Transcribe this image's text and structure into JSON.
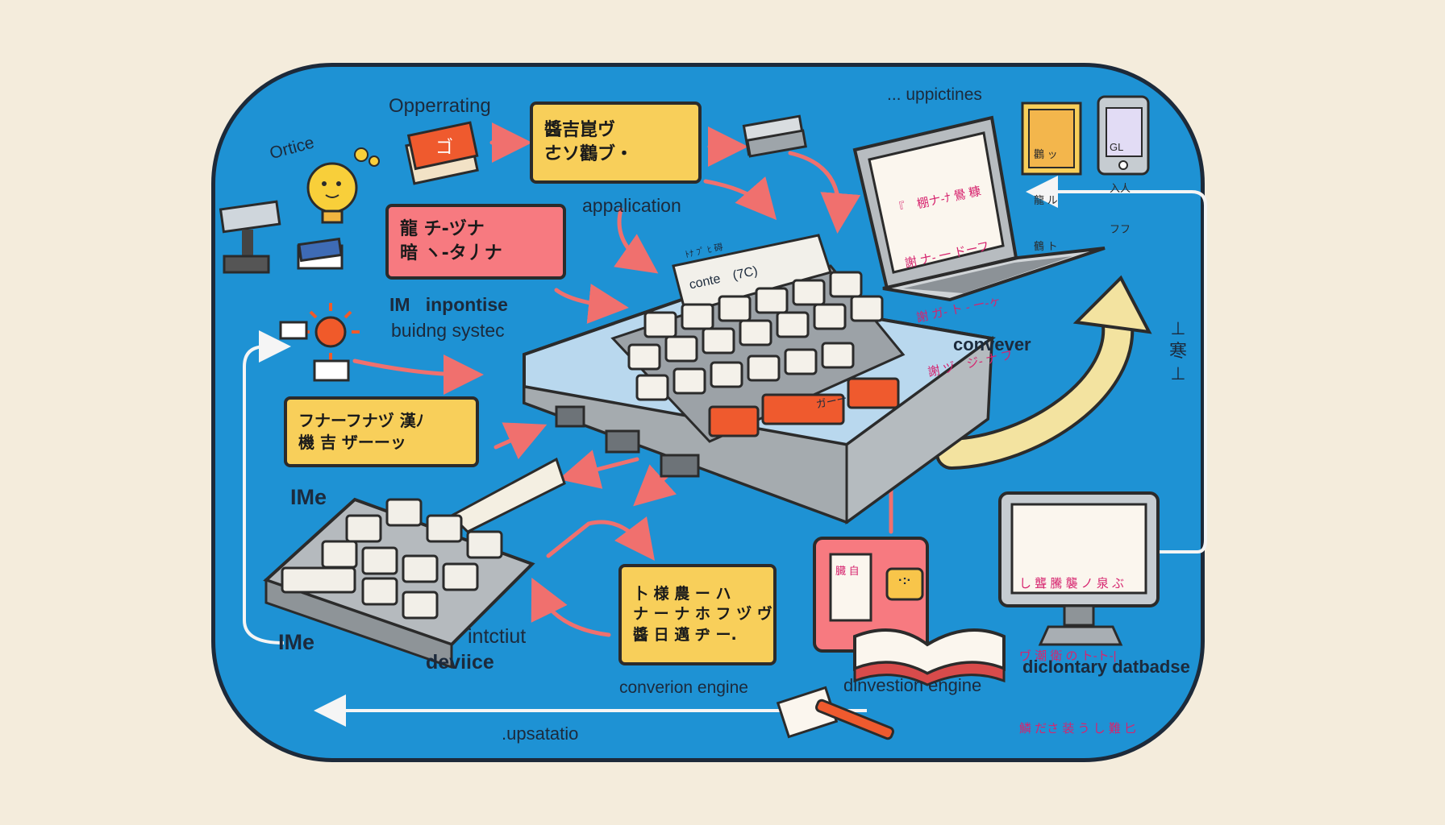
{
  "labels": {
    "operating": "Opperrating",
    "ortice": "Ortice",
    "application": "appalication",
    "uppictines": "... uppictines",
    "im_inpontise": "IM   inpontise",
    "buidng_system": "buidng systec",
    "conveyer": "convever",
    "side_mark": "⊥\n寒\n⊥",
    "ime_upper": "IMe",
    "ime_lower": "IMe",
    "input_device_1": "intctiut",
    "input_device_2": "deviice",
    "conversion_engine": "converion engine",
    "dinvestion_engine": "dinvestion engine",
    "dictionary_database": "dicIontary datbadse",
    "upsatatio": ".upsatatio"
  },
  "boxes": {
    "top_yellow": [
      "醬吉崑ヴ",
      "ㄜソ鸛ブ・"
    ],
    "left_pink": [
      "龍 チ-ヅナ",
      "暗 ヽ-タ丿ナ"
    ],
    "left_yellow": [
      "フナーフナヅ 漢ﾉ",
      "機 吉 ザーーッ"
    ],
    "bottom_yellow": [
      "卜 様 農 ー ハ",
      "ナ ー ナ ホ フ ヅ ヴ",
      "醬 日 邁 ヂ ー."
    ]
  },
  "screens": {
    "laptop_lines": [
      "『　棚ナ-ﾅ 鷽 糠",
      "謝 ナ- 一 ドーフ",
      "謝 ガ- ト - ー-ヶ",
      "謝 ヅ　ジ- ナ ブ"
    ],
    "monitor_lines": [
      "し 聾 騰 襲 ノ 泉 ぶ",
      "ヷ 潮 衛 の ト-ト-|",
      "鱗 ださ 装 う し 難 匕"
    ],
    "phone_text": [
      "GL",
      "入人",
      "フフ"
    ],
    "book_text": [
      "鸛 ッ",
      "龍 ル",
      "鶴 ト"
    ],
    "card_text": "臓 自",
    "keyboard_tag": "ﾄﾅ ﾌﾟ ﾋ 碍",
    "keyboard_tag_2": "conte　(7C)",
    "red_keys_text": "ガーー",
    "speech_bubble": "·:·"
  },
  "colors": {
    "panel": "#1e92d4",
    "yellow_box": "#f8cf5a",
    "pink_box": "#f77a80",
    "arrow": "#f0706e",
    "curve_arrow": "#f3e3a0"
  }
}
